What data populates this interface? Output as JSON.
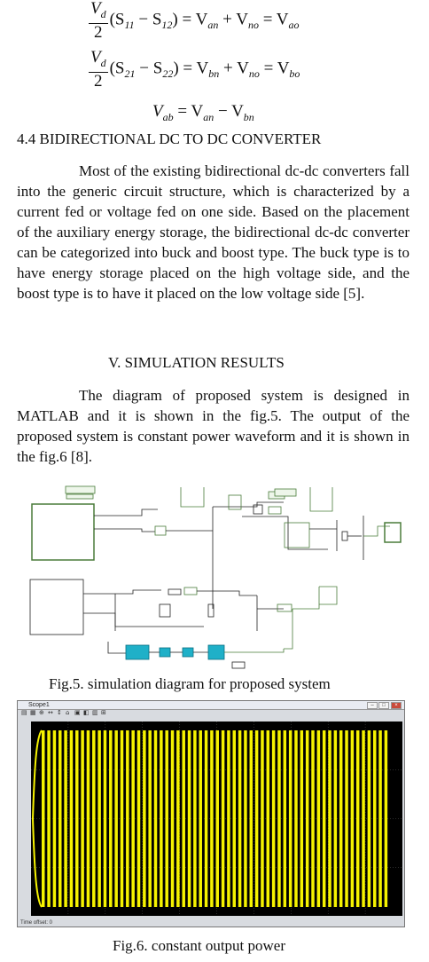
{
  "equations": {
    "eq1": {
      "num": "V",
      "num_sub": "d",
      "den": "2",
      "lhs": "(S",
      "s1": "11",
      "mid": " − S",
      "s2": "12",
      "rhs": ") = V",
      "r1": "an",
      "plus": " + V",
      "r2": "no",
      "eqv": " = V",
      "r3": "ao"
    },
    "eq2": {
      "num": "V",
      "num_sub": "d",
      "den": "2",
      "lhs": "(S",
      "s1": "21",
      "mid": " − S",
      "s2": "22",
      "rhs": ") = V",
      "r1": "bn",
      "plus": " + V",
      "r2": "no",
      "eqv": " = V",
      "r3": "bo"
    },
    "eq3": {
      "a": "V",
      "a_sub": "ab",
      "b": " = V",
      "b_sub": "an",
      "c": " − V",
      "c_sub": "bn"
    }
  },
  "section_4_4": {
    "heading": "4.4 BIDIRECTIONAL DC TO DC CONVERTER",
    "paragraph": "Most of the existing bidirectional dc-dc converters fall into the generic circuit structure, which is characterized by a current fed or voltage fed on one side. Based on the placement of the auxiliary energy storage, the bidirectional dc-dc converter can be categorized into buck and boost type. The buck type is to have energy storage placed on the high voltage side, and the boost type is to have it placed on the low voltage side [5]."
  },
  "section_v": {
    "heading": "V. SIMULATION RESULTS",
    "paragraph": "The diagram of proposed system is designed in MATLAB and it is shown in the fig.5. The output of the proposed system is constant power waveform and it is shown in the fig.6 [8]."
  },
  "figure5": {
    "caption": "Fig.5. simulation diagram for proposed system"
  },
  "figure6": {
    "caption": "Fig.6. constant output power",
    "window_title": "Scope1",
    "status_text": "Time offset:  0",
    "colors": {
      "background": "#000000",
      "trace": "#f5f200",
      "frame": "#d8dbe0",
      "grid": "#555555"
    }
  },
  "chart_data": {
    "type": "line",
    "title": "",
    "xlabel": "",
    "ylabel": "",
    "description_series": [
      {
        "values_envelope_upper": [
          0,
          1200,
          1200,
          1200
        ],
        "values_envelope_lower": [
          0,
          -1200,
          -1200,
          -1200
        ]
      }
    ],
    "x_ticks": [
      "",
      "",
      "",
      "",
      "",
      "",
      "",
      "",
      "",
      ""
    ],
    "y_ticks": [
      "",
      "",
      "",
      "",
      ""
    ],
    "pulse_count": 62,
    "grid": true
  }
}
